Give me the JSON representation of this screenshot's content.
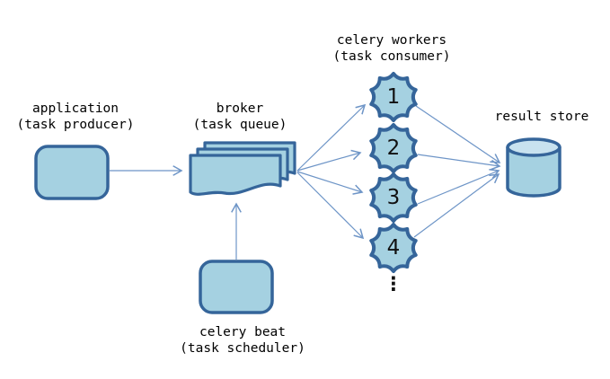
{
  "diagram": {
    "nodes": {
      "application": {
        "name_line": "application",
        "role_line": "(task producer)"
      },
      "broker": {
        "name_line": "broker",
        "role_line": "(task queue)"
      },
      "workers": {
        "name_line": "celery workers",
        "role_line": "(task consumer)",
        "items": [
          {
            "label": "1"
          },
          {
            "label": "2"
          },
          {
            "label": "3"
          },
          {
            "label": "4"
          }
        ],
        "more_indicator": "⋮"
      },
      "result_store": {
        "name_line": "result store"
      },
      "celery_beat": {
        "name_line": "celery beat",
        "role_line": "(task scheduler)"
      }
    },
    "edges": [
      {
        "from": "application",
        "to": "broker"
      },
      {
        "from": "celery_beat",
        "to": "broker"
      },
      {
        "from": "broker",
        "to": "worker_1"
      },
      {
        "from": "broker",
        "to": "worker_2"
      },
      {
        "from": "broker",
        "to": "worker_3"
      },
      {
        "from": "broker",
        "to": "worker_4"
      },
      {
        "from": "worker_1",
        "to": "result_store"
      },
      {
        "from": "worker_2",
        "to": "result_store"
      },
      {
        "from": "worker_3",
        "to": "result_store"
      },
      {
        "from": "worker_4",
        "to": "result_store"
      }
    ],
    "colors": {
      "shape_fill": "#A5D1E1",
      "shape_fill_light": "#C8E2EF",
      "shape_stroke": "#35659A",
      "arrow": "#6E95C7",
      "text": "#000000",
      "background": "#FFFFFF"
    }
  }
}
